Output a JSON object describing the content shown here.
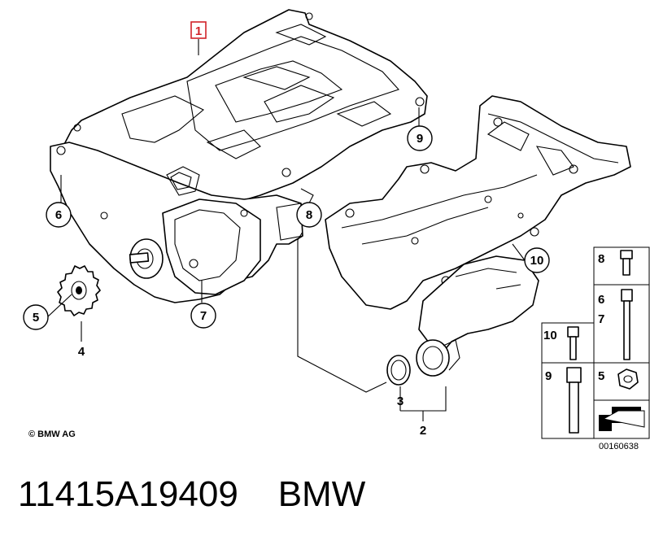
{
  "diagram": {
    "callouts": [
      {
        "id": "c1",
        "label": "1"
      },
      {
        "id": "c2",
        "label": "2"
      },
      {
        "id": "c3",
        "label": "3"
      },
      {
        "id": "c4",
        "label": "4"
      },
      {
        "id": "c5",
        "label": "5"
      },
      {
        "id": "c6",
        "label": "6"
      },
      {
        "id": "c7",
        "label": "7"
      },
      {
        "id": "c8",
        "label": "8"
      },
      {
        "id": "c9",
        "label": "9"
      },
      {
        "id": "c10",
        "label": "10"
      }
    ],
    "legend": {
      "items": [
        {
          "label": "8"
        },
        {
          "label": "6"
        },
        {
          "label": "7"
        },
        {
          "label": "10"
        },
        {
          "label": "9"
        },
        {
          "label": "5"
        }
      ]
    },
    "copyright": "© BMW AG",
    "drawing_number": "00160638",
    "accent_color": "#d1232a"
  },
  "caption": {
    "part_number": "11415A19409",
    "brand": "BMW"
  }
}
